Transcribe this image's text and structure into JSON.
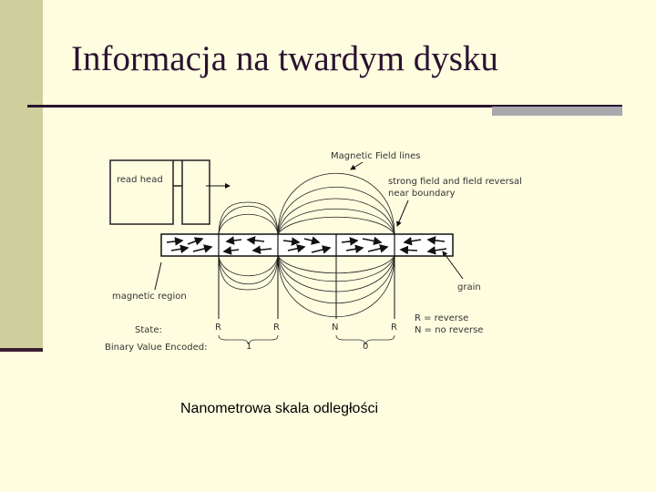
{
  "slide": {
    "title": "Informacja na twardym dysku",
    "caption": "Nanometrowa skala odległości"
  },
  "diagram": {
    "labels": {
      "magnetic_field_lines": "Magnetic Field lines",
      "read_head": "read head",
      "strong_field_1": "strong field and field reversal",
      "strong_field_2": "near boundary",
      "grain": "grain",
      "magnetic_region": "magnetic region",
      "state": "State:",
      "binary_value": "Binary Value Encoded:",
      "legend_r": "R = reverse",
      "legend_n": "N = no reverse"
    },
    "states": [
      "R",
      "R",
      "N",
      "R"
    ],
    "bits": [
      "1",
      "0"
    ]
  },
  "colors": {
    "background": "#fffde0",
    "accent_bar": "#cfcf9e",
    "title": "#2b1230",
    "rule_gray": "#a8a8ad"
  }
}
